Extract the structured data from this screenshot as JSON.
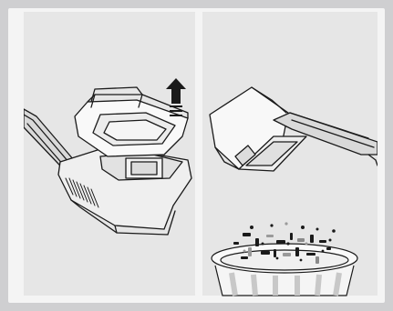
{
  "figure": {
    "panels": [
      {
        "id": "left",
        "action": "lift-up",
        "arrow_icon": "arrow-up-icon"
      },
      {
        "id": "right",
        "action": "empty-into-bin",
        "bin_icon": "trash-bin-icon"
      }
    ],
    "colors": {
      "frame": "#cfcfd1",
      "panel_bg": "#e6e6e6",
      "line": "#1a1a1a",
      "fill_light": "#f7f7f7",
      "debris": "#222222"
    }
  }
}
